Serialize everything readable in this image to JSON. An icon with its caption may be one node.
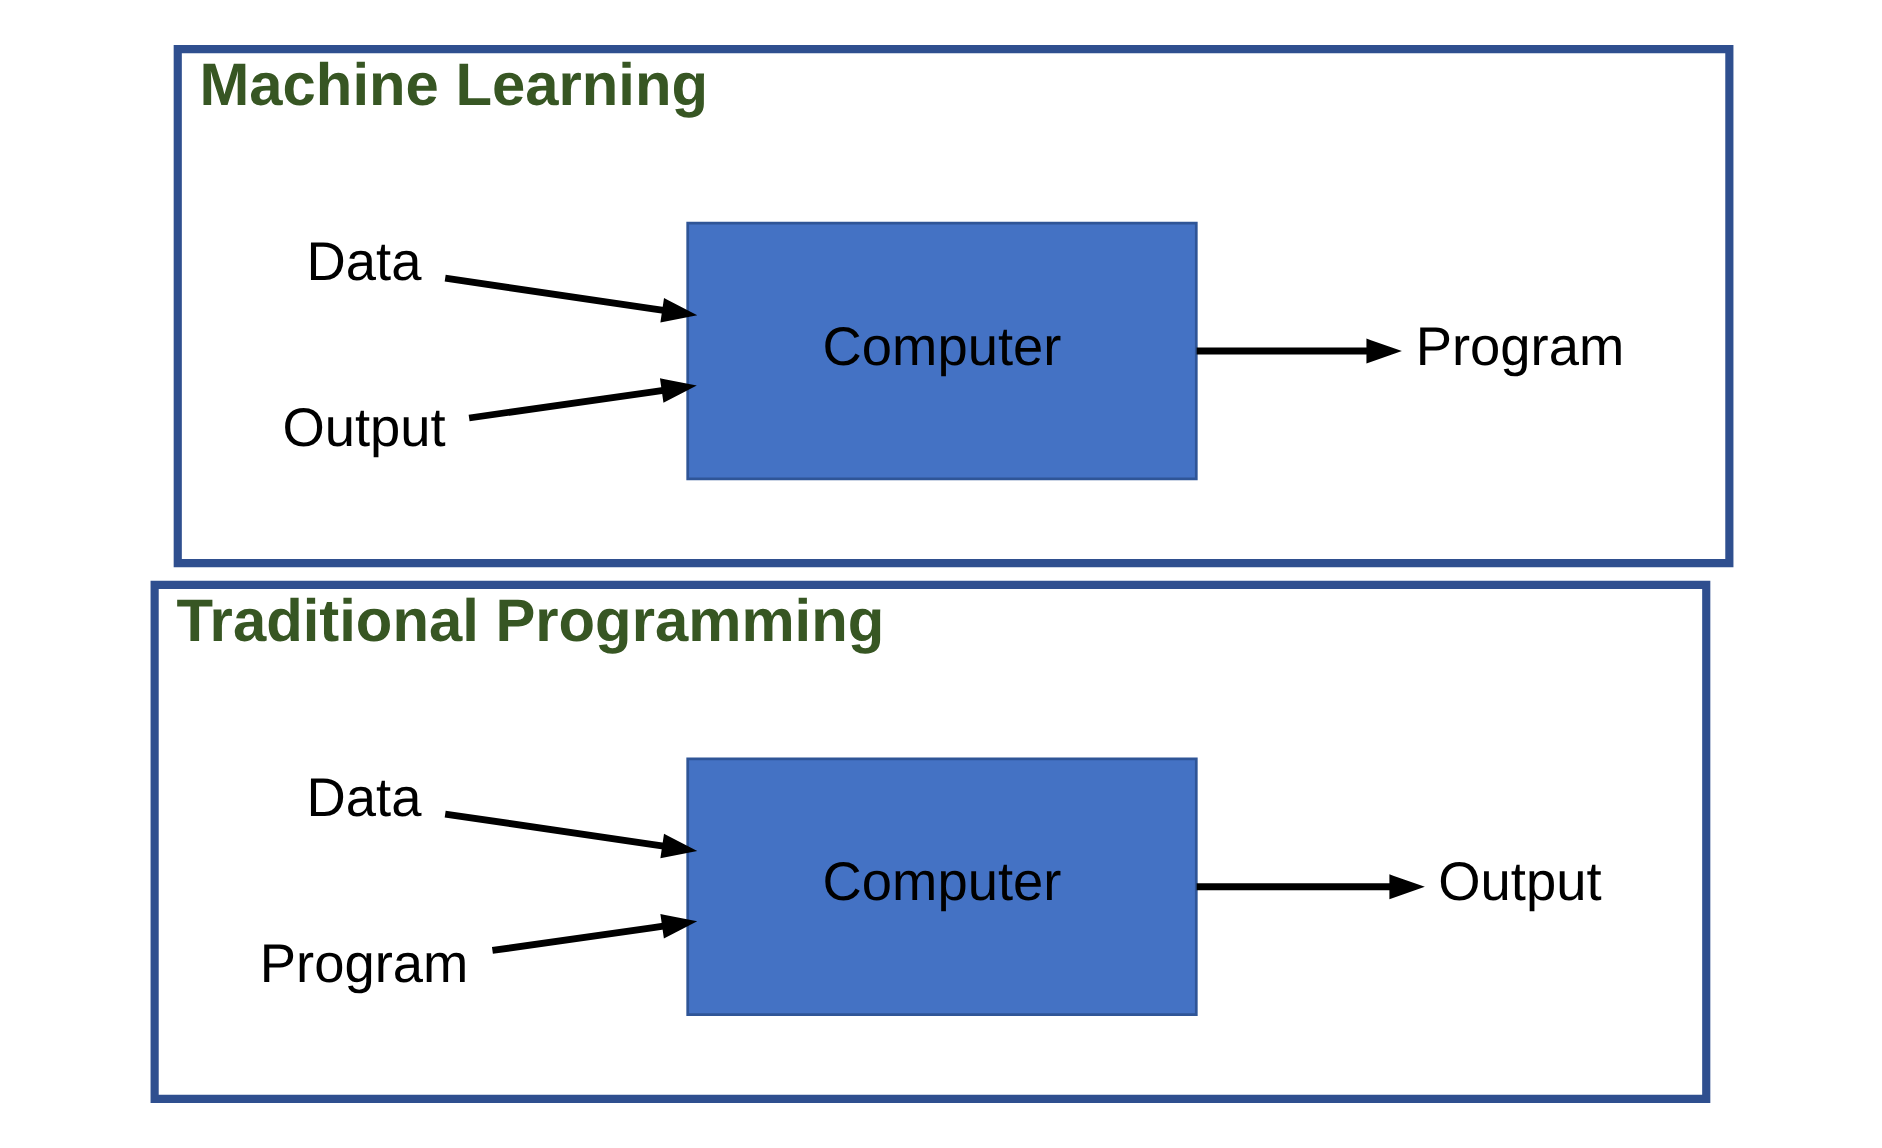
{
  "diagram": {
    "nodes": [
      {
        "text": [
          "Traditional Programming"
        ]
      },
      {
        "text": [
          "Data"
        ],
        "in": 0
      },
      {
        "text": [
          "Program"
        ],
        "in": 0
      },
      {
        "text": [
          "Computer"
        ],
        "in": 0
      },
      {
        "text": [
          "Output"
        ],
        "in": 0
      },
      {
        "text": [
          "Machine Learning"
        ]
      },
      {
        "text": [
          "Data"
        ],
        "in": 5
      },
      {
        "text": [
          "Output"
        ],
        "in": 5
      },
      {
        "text": [
          "Computer"
        ],
        "in": 5
      },
      {
        "text": [
          "Program"
        ],
        "in": 5
      }
    ],
    "edges": [
      {
        "from": 1,
        "to": 3,
        "arrow": "to"
      },
      {
        "from": 2,
        "to": 3,
        "arrow": "to"
      },
      {
        "from": 3,
        "to": 4,
        "arrow": "to"
      },
      {
        "from": 6,
        "to": 8,
        "arrow": "to"
      },
      {
        "from": 7,
        "to": 8,
        "arrow": "to"
      },
      {
        "from": 8,
        "to": 9,
        "arrow": "to"
      }
    ]
  }
}
